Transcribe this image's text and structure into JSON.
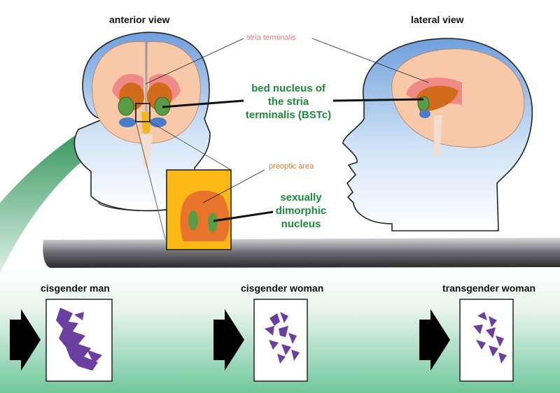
{
  "views": {
    "anterior": "anterior view",
    "lateral": "lateral view"
  },
  "labels": {
    "stria_terminalis": "stria terminalis",
    "bstc": "bed nucleus of the stria terminalis (BSTc)",
    "preoptic_area": "preoptic area",
    "sdn": "sexually dimorphic nucleus"
  },
  "groups": [
    {
      "label": "cisgender man"
    },
    {
      "label": "cisgender woman"
    },
    {
      "label": "transgender woman"
    }
  ],
  "colors": {
    "stria": "#e87a78",
    "nucleus_green": "#1c8a3a",
    "preoptic": "#e57a1f",
    "neurons": "#6b3fa0",
    "head_blue": "#8bb8e8"
  }
}
